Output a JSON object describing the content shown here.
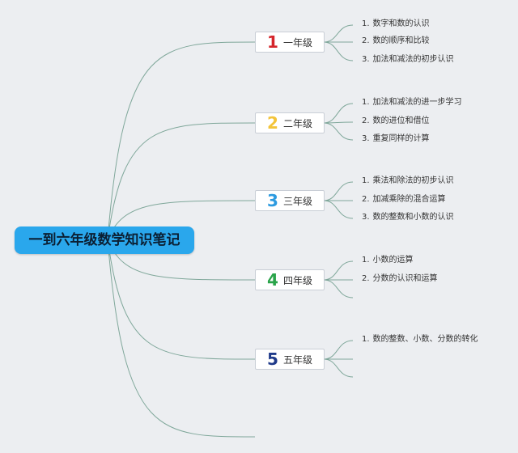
{
  "root": {
    "title": "一到六年级数学知识笔记"
  },
  "grades": [
    {
      "number": "1",
      "color": "#d5252b",
      "label": "一年级",
      "items": [
        "数字和数的认识",
        "数的顺序和比较",
        "加法和减法的初步认识"
      ]
    },
    {
      "number": "2",
      "color": "#f3c43a",
      "label": "二年级",
      "items": [
        "加法和减法的进一步学习",
        "数的进位和借位",
        "重复同样的计算"
      ]
    },
    {
      "number": "3",
      "color": "#2d9be0",
      "label": "三年级",
      "items": [
        "乘法和除法的初步认识",
        "加减乘除的混合运算",
        "数的整数和小数的认识"
      ]
    },
    {
      "number": "4",
      "color": "#2aa44a",
      "label": "四年级",
      "items": [
        "小数的运算",
        "分数的认识和运算",
        ""
      ]
    },
    {
      "number": "5",
      "color": "#1f3a8a",
      "label": "五年级",
      "items": [
        "数的整数、小数、分数的转化",
        "",
        ""
      ]
    }
  ],
  "index_labels": [
    "1.",
    "2.",
    "3."
  ],
  "colors": {
    "branch_line": "#7fa79a",
    "root_fill": "#2aa7ec"
  }
}
